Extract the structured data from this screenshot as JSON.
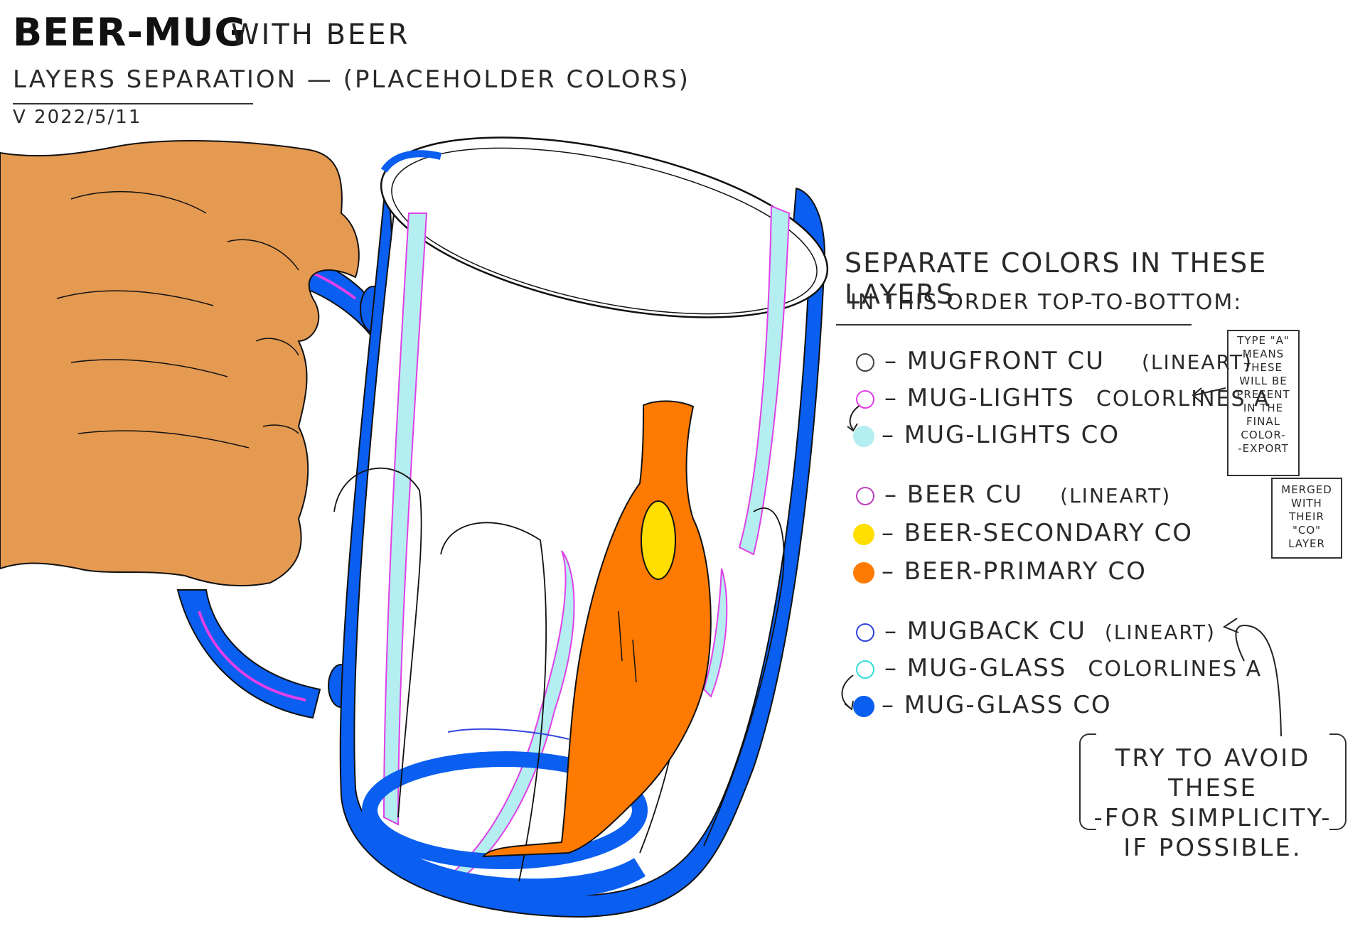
{
  "header": {
    "title": "BEER-MUG",
    "subtitle": "WITH BEER",
    "line2": "LAYERS SEPARATION — (PLACEHOLDER COLORS)",
    "version": "V 2022/5/11"
  },
  "legend": {
    "heading1": "SEPARATE COLORS IN THESE LAYERS",
    "heading2": "IN THIS ORDER TOP-TO-BOTTOM:",
    "rows": [
      {
        "marker": "ring",
        "color": "#444444",
        "name": "– MUGFRONT CU",
        "note": "(LINEART)"
      },
      {
        "marker": "ring",
        "color": "#e040e8",
        "name": "– MUG-LIGHTS",
        "note": "COLORLINES A"
      },
      {
        "marker": "dot",
        "color": "#b4eef0",
        "name": "– MUG-LIGHTS CO",
        "note": ""
      },
      {
        "marker": "ring",
        "color": "#c040c0",
        "name": "– BEER CU",
        "note": "(LINEART)"
      },
      {
        "marker": "dot",
        "color": "#ffde00",
        "name": "– BEER-SECONDARY CO",
        "note": ""
      },
      {
        "marker": "dot",
        "color": "#ff7a00",
        "name": "– BEER-PRIMARY CO",
        "note": ""
      },
      {
        "marker": "ring",
        "color": "#3344dd",
        "name": "– MUGBACK CU",
        "note": "(LINEART)"
      },
      {
        "marker": "ring",
        "color": "#33dddd",
        "name": "– MUG-GLASS",
        "note": "COLORLINES A"
      },
      {
        "marker": "dot",
        "color": "#0a5ef0",
        "name": "– MUG-GLASS CO",
        "note": ""
      }
    ]
  },
  "notes": {
    "type_a": [
      "TYPE \"A\"",
      "MEANS",
      "THESE",
      "WILL BE",
      "PRESENT",
      "IN THE",
      "FINAL",
      "COLOR-",
      "-EXPORT"
    ],
    "merged": [
      "MERGED",
      "WITH",
      "THEIR",
      "\"CO\"",
      "LAYER"
    ],
    "avoid": [
      "TRY TO AVOID THESE",
      "-FOR SIMPLICITY-",
      "IF POSSIBLE."
    ]
  },
  "colors": {
    "skin": "#e59a52",
    "glass_blue": "#0a5ef0",
    "glass_light": "#b4eef0",
    "beer_primary": "#ff7a00",
    "beer_secondary": "#ffde00",
    "highlight_line": "#e040e8"
  }
}
